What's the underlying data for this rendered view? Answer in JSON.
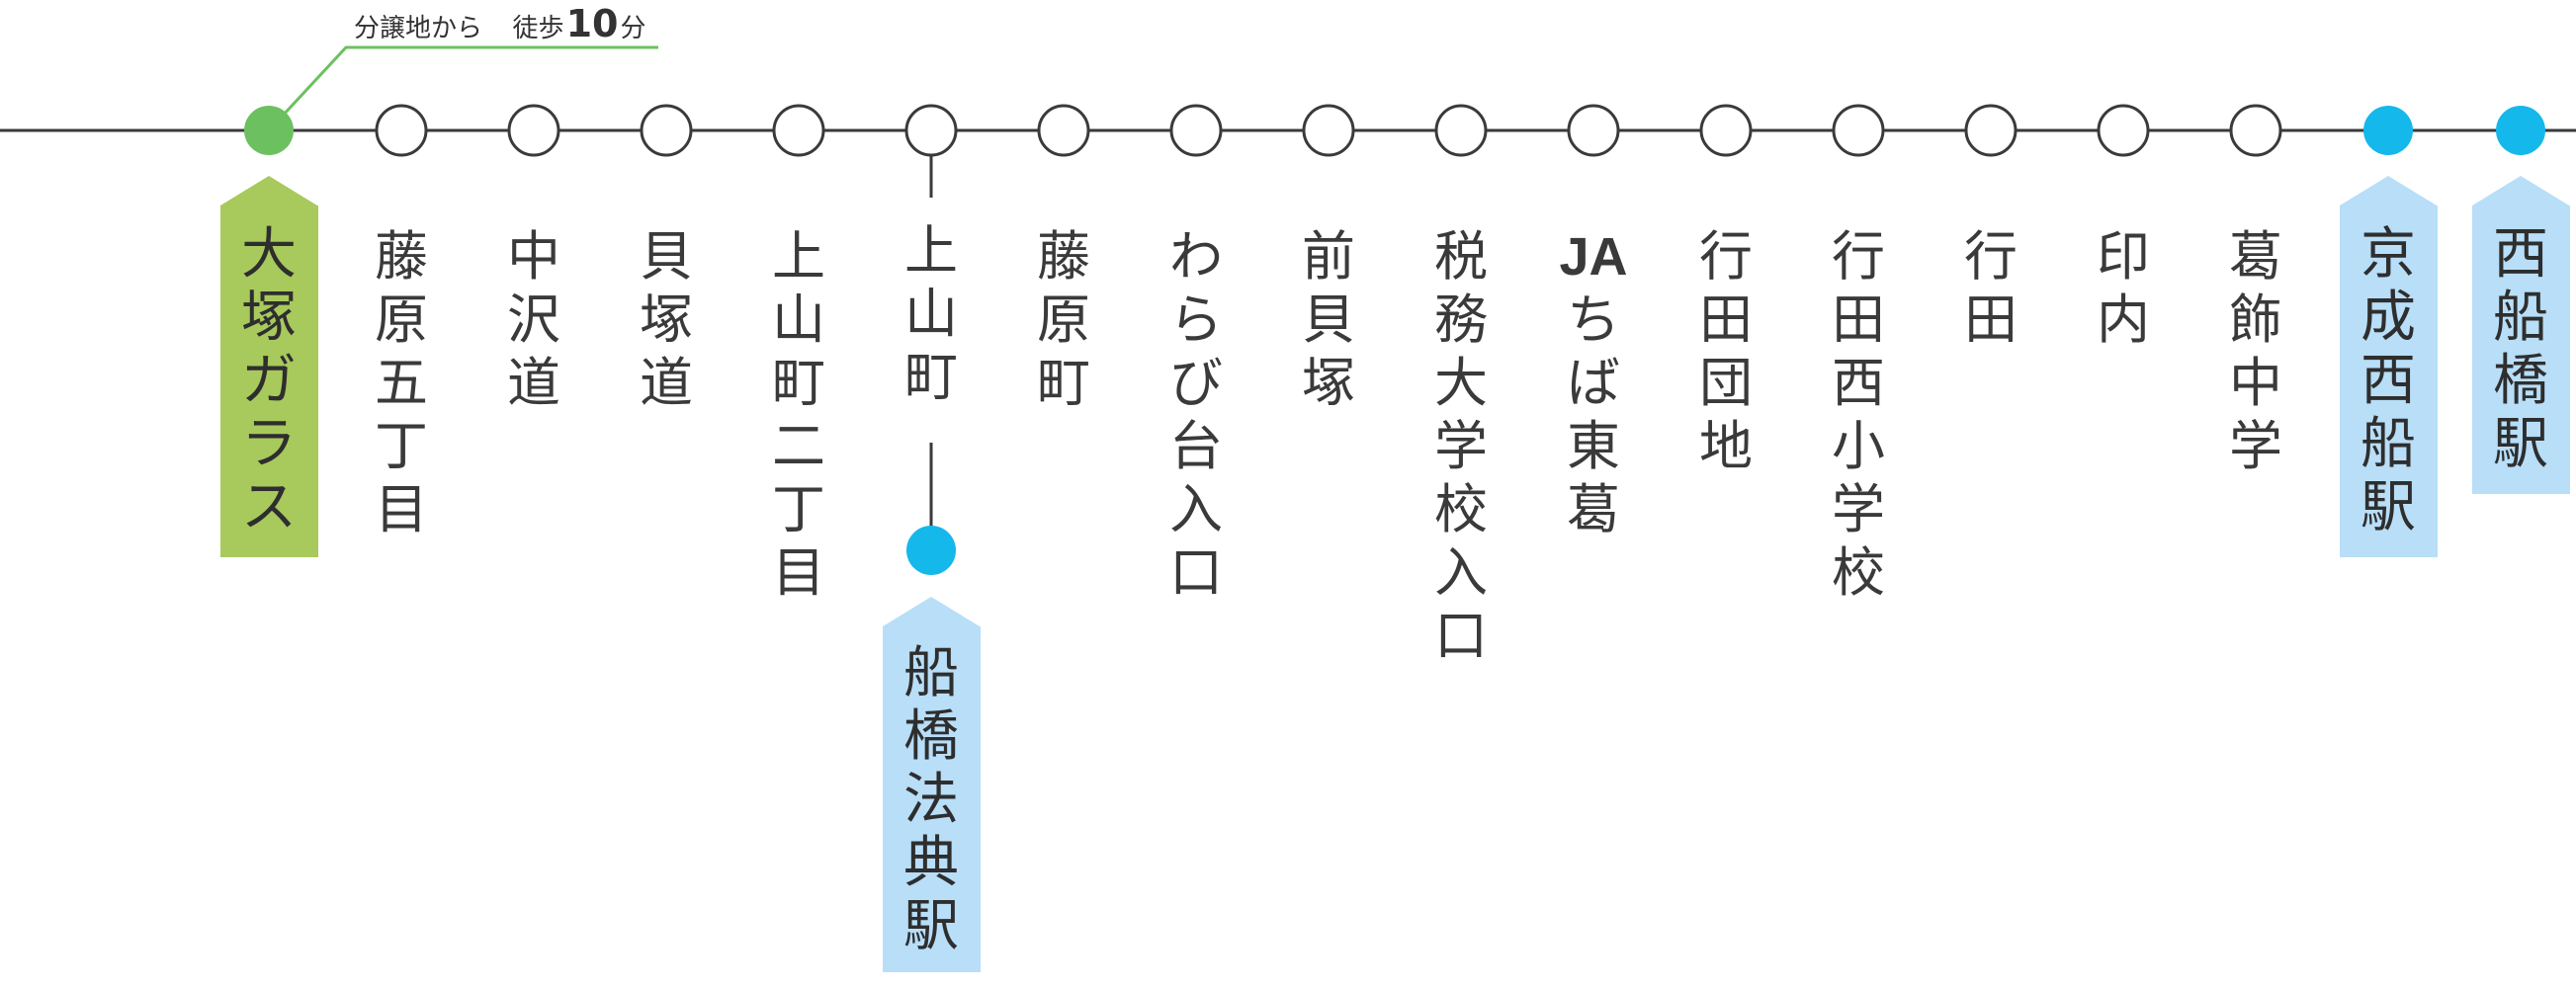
{
  "colors": {
    "line": "#3a3a3a",
    "stop_fill": "#ffffff",
    "origin_dot": "#6cc060",
    "origin_tag": "#a8c95c",
    "station_dot": "#14b8ea",
    "station_tag": "#b8def8",
    "walk_line": "#6cc060"
  },
  "walk_note": {
    "prefix": "分譲地から",
    "middle": "徒歩",
    "minutes": "10",
    "suffix": "分"
  },
  "stops": [
    {
      "name": "大塚ガラス",
      "type": "origin"
    },
    {
      "name": "藤原五丁目",
      "type": "stop"
    },
    {
      "name": "中沢道",
      "type": "stop"
    },
    {
      "name": "貝塚道",
      "type": "stop"
    },
    {
      "name": "上山町二丁目",
      "type": "stop"
    },
    {
      "name": "上山町",
      "type": "junction"
    },
    {
      "name": "藤原町",
      "type": "stop"
    },
    {
      "name": "わらび台入口",
      "type": "stop"
    },
    {
      "name": "前貝塚",
      "type": "stop"
    },
    {
      "name": "税務大学校入口",
      "type": "stop"
    },
    {
      "name": "JAちば東葛",
      "type": "stop",
      "bold_prefix": "JA"
    },
    {
      "name": "行田団地",
      "type": "stop"
    },
    {
      "name": "行田西小学校",
      "type": "stop"
    },
    {
      "name": "行田",
      "type": "stop"
    },
    {
      "name": "印内",
      "type": "stop"
    },
    {
      "name": "葛飾中学",
      "type": "stop"
    },
    {
      "name": "京成西船駅",
      "type": "station"
    },
    {
      "name": "西船橋駅",
      "type": "station"
    }
  ],
  "branch_station": {
    "name": "船橋法典駅",
    "type": "station"
  }
}
